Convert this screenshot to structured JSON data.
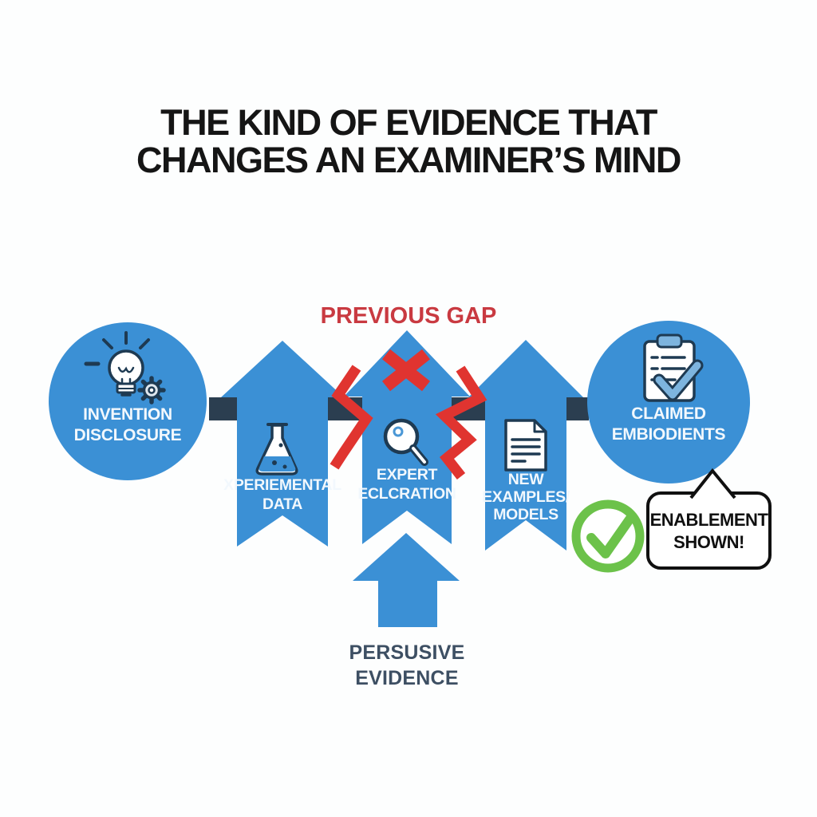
{
  "title": {
    "line1": "THE KIND OF EVIDENCE THAT",
    "line2": "CHANGES AN EXAMINER’S MIND"
  },
  "gap_label": "PREVIOUS GAP",
  "nodes": {
    "invention": {
      "line1": "INVENTION",
      "line2": "DISCLOSURE",
      "icon": "lightbulb-gear-icon"
    },
    "experimental": {
      "line1": "XPERIEMENTAL",
      "line2": "DATA",
      "icon": "flask-icon"
    },
    "expert": {
      "line1": "EXPERT",
      "line2": "ECLCRATION",
      "icon": "magnifier-icon"
    },
    "examples": {
      "line1": "NEW",
      "line2": "EXAMPLES/",
      "line3": "MODELS",
      "icon": "document-icon"
    },
    "claimed": {
      "line1": "CLAIMED",
      "line2": "EMBIODIENTS",
      "icon": "clipboard-check-icon"
    }
  },
  "persuasive": {
    "line1": "PERSUSIVE",
    "line2": "EVIDENCE"
  },
  "callout": {
    "line1": "ENABLEMENT",
    "line2": "SHOWN!"
  },
  "icons": {
    "gap_marker": "red-x-icon",
    "crack_left": "lightning-bolt-icon",
    "crack_right": "lightning-bolt-icon",
    "success": "green-check-circle-icon"
  },
  "colors": {
    "blue": "#3B90D5",
    "navy_bar": "#2B3E50",
    "icon_outline": "#1E3A52",
    "red": "#E03430",
    "gap_text_red": "#C93A41",
    "green": "#6CC24A",
    "title_text": "#151515",
    "slate_text": "#3D4F63",
    "label_text": "#F2F8FD",
    "background": "#FDFEFE"
  }
}
